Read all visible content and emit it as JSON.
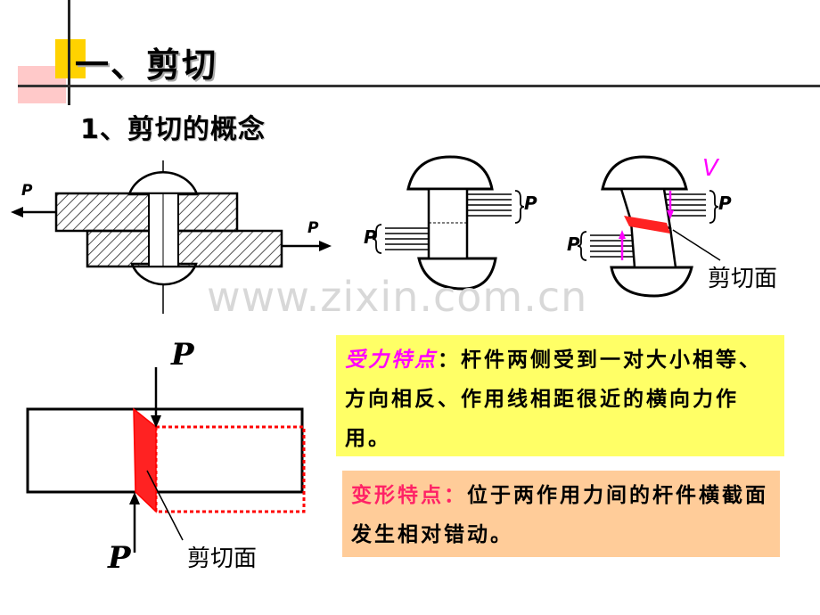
{
  "slide": {
    "section_title": "一、剪切",
    "subtitle": "1、剪切的概念",
    "watermark": "www.zixin.com.cn"
  },
  "figure_top": {
    "force_label": "P",
    "shear_plane_label": "剪切面",
    "velocity_label": "V"
  },
  "figure_bottom": {
    "force_label_top": "P",
    "force_label_bottom": "P",
    "shear_plane_label": "剪切面"
  },
  "force_box": {
    "heading": "受力特点",
    "colon": "：",
    "body": "杆件两侧受到一对大小相等、方向相反、作用线相距很近的横向力作用。"
  },
  "deform_box": {
    "heading": "变形特点：",
    "body": "位于两作用力间的杆件横截面发生相对错动。"
  },
  "colors": {
    "accent_yellow": "#ffd200",
    "accent_pink": "#ffc9c9",
    "force_box_bg": "#ffff66",
    "deform_box_bg": "#ffcc99",
    "shear_red": "#ff2222",
    "heading_magenta": "#ff00ff"
  }
}
